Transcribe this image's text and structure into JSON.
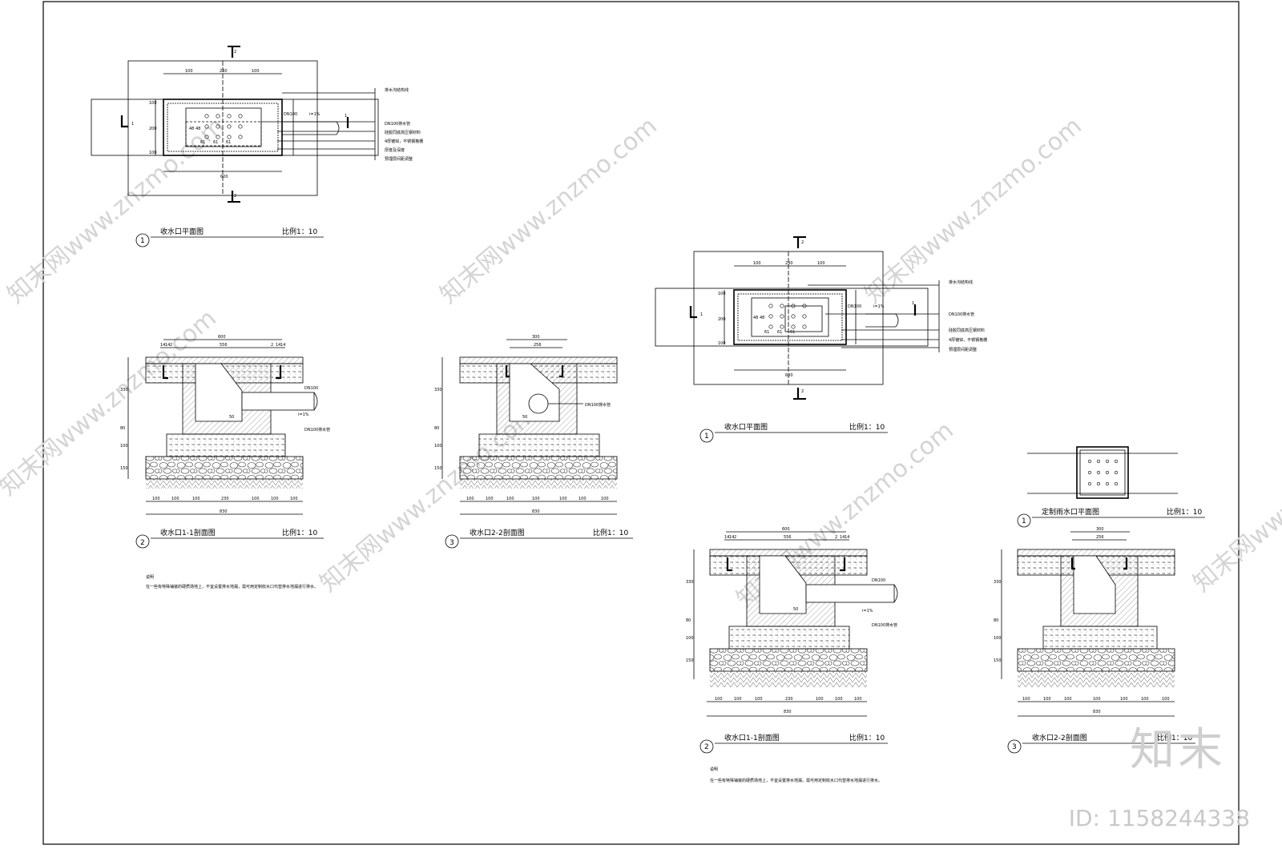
{
  "drawing": {
    "left": {
      "plan": {
        "num": "1",
        "title": "收水口平面图",
        "scale": "比例1：10",
        "section_marks": [
          "2",
          "2",
          "1",
          "1"
        ],
        "dims_top": [
          "100",
          "230",
          "100"
        ],
        "dims_side": [
          "100",
          "200",
          "100"
        ],
        "dims_bottom": "600",
        "pipe": "DN100",
        "slope": "i=1%",
        "hole_dims": [
          "61",
          "61",
          "61"
        ],
        "hole_side": "48 48",
        "callouts": [
          "排水沟结构线",
          "DN100排水管",
          "硅胶同底高压钢材料",
          "4厚镀锌，不锈钢格栅",
          "厚度及深度",
          "预埋层间距调整"
        ]
      },
      "sec11": {
        "num": "2",
        "title": "收水口1-1剖面图",
        "scale": "比例1：10",
        "top_dims": [
          "600",
          "14",
          "14",
          "2",
          "556",
          "2",
          "14",
          "14"
        ],
        "side_dims": [
          "330",
          "80",
          "100",
          "150"
        ],
        "bottom_dims": [
          "100",
          "100",
          "100",
          "230",
          "100",
          "100",
          "100"
        ],
        "total": "830",
        "pipe": "DN100",
        "slope": "i=1%",
        "callout": "DN100排水管",
        "angle": "50"
      },
      "sec22": {
        "num": "3",
        "title": "收水口2-2剖面图",
        "scale": "比例1：10",
        "top_dims": [
          "300",
          "256"
        ],
        "side_dims": [
          "330",
          "80",
          "100",
          "150"
        ],
        "bottom_dims": [
          "100",
          "100",
          "100",
          "100",
          "100",
          "100",
          "100"
        ],
        "total": "830",
        "callout": "DN100排水管",
        "angle": "50"
      },
      "notes": {
        "heading": "说明",
        "text": "在一些有特殊铺装的硬质场地上，不宜设置排水地漏，需可用定制收水口代替排水地漏进行排水。"
      }
    },
    "right": {
      "plan": {
        "num": "1",
        "title": "收水口平面图",
        "scale": "比例1：10",
        "section_marks": [
          "2",
          "2",
          "1",
          "1"
        ],
        "dims_top": [
          "100",
          "230",
          "100"
        ],
        "dims_side": [
          "100",
          "200",
          "100"
        ],
        "dims_bottom": "600",
        "pipe": "DN100",
        "slope": "i=1%",
        "hole_dims": [
          "61",
          "61",
          "61"
        ],
        "hole_side": "48 48",
        "callouts": [
          "排水沟结构线",
          "DN100排水管",
          "硅胶同底高压钢材料",
          "4厚镀锌，不锈钢格栅",
          "预埋层间距调整"
        ]
      },
      "grate": {
        "num": "1",
        "title": "定制雨水口平面图",
        "scale": "比例1：10"
      },
      "sec11": {
        "num": "2",
        "title": "收水口1-1剖面图",
        "scale": "比例1：10",
        "top_dims": [
          "600",
          "14",
          "14",
          "2",
          "556",
          "2",
          "14",
          "14"
        ],
        "side_dims": [
          "330",
          "80",
          "100",
          "150"
        ],
        "bottom_dims": [
          "100",
          "100",
          "100",
          "230",
          "100",
          "100",
          "100"
        ],
        "total": "830",
        "pipe": "DN100",
        "slope": "i=1%",
        "callout": "DN100排水管",
        "angle": "50"
      },
      "sec22": {
        "num": "3",
        "title": "收水口2-2剖面图",
        "scale": "比例1：10",
        "top_dims": [
          "300",
          "256"
        ],
        "side_dims": [
          "330",
          "80",
          "100",
          "150"
        ],
        "bottom_dims": [
          "100",
          "100",
          "100",
          "100",
          "100",
          "100",
          "100"
        ],
        "total": "830"
      },
      "notes": {
        "heading": "说明",
        "text": "在一些有特殊铺装的硬质场地上，不宜设置排水地漏，需可用定制收水口代替排水地漏进行排水。"
      }
    }
  },
  "watermark": {
    "site": "知末网www.znzmo.com",
    "brand": "知末",
    "id": "ID: 1158244338"
  },
  "colors": {
    "line": "#000000",
    "hatch": "#555555",
    "watermark": "#cccccc"
  }
}
